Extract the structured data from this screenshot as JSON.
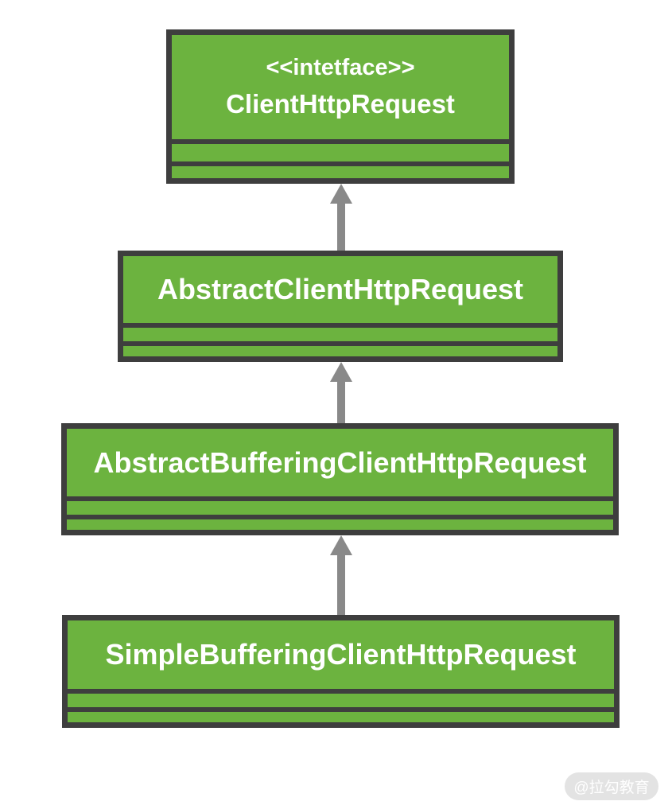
{
  "diagram": {
    "type": "uml-class-inheritance",
    "colors": {
      "box_fill": "#6cb33f",
      "box_border": "#3e3e3e",
      "arrow": "#898989",
      "title_text": "#ffffff",
      "background": "#ffffff",
      "watermark_bg": "#e3e3e3",
      "watermark_text": "#ffffff"
    },
    "classes": [
      {
        "stereotype": "<<intetface>>",
        "name": "ClientHttpRequest"
      },
      {
        "name": "AbstractClientHttpRequest"
      },
      {
        "name": "AbstractBufferingClientHttpRequest"
      },
      {
        "name": "SimpleBufferingClientHttpRequest"
      }
    ],
    "relations": [
      {
        "from": "AbstractClientHttpRequest",
        "to": "ClientHttpRequest",
        "type": "inheritance"
      },
      {
        "from": "AbstractBufferingClientHttpRequest",
        "to": "AbstractClientHttpRequest",
        "type": "inheritance"
      },
      {
        "from": "SimpleBufferingClientHttpRequest",
        "to": "AbstractBufferingClientHttpRequest",
        "type": "inheritance"
      }
    ]
  },
  "watermark": {
    "label": "@拉勾教育"
  }
}
